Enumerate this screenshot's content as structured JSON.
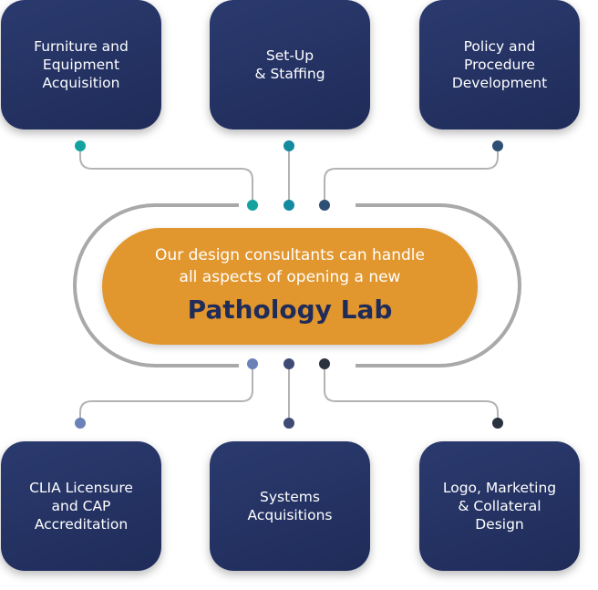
{
  "boxes": [
    {
      "id": "furniture",
      "label": "Furniture and\nEquipment\nAcquisition",
      "dot_color": "#12a3a0"
    },
    {
      "id": "setup",
      "label": "Set-Up\n& Staffing",
      "dot_color": "#138aa0"
    },
    {
      "id": "policy",
      "label": "Policy and\nProcedure\nDevelopment",
      "dot_color": "#2d4f73"
    },
    {
      "id": "clia",
      "label": "CLIA Licensure\nand CAP\nAccreditation",
      "dot_color": "#6b82b8"
    },
    {
      "id": "systems",
      "label": "Systems\nAcquisitions",
      "dot_color": "#3f4b75"
    },
    {
      "id": "logo",
      "label": "Logo, Marketing\n& Collateral\nDesign",
      "dot_color": "#2a323f"
    }
  ],
  "center": {
    "line1": "Our design consultants can handle",
    "line2": "all aspects of opening a new",
    "title": "Pathology Lab"
  },
  "colors": {
    "box_fill": "#22305f",
    "pill_fill": "#e2962e",
    "title_text": "#1f2c5a",
    "connector": "#a9a9a9"
  }
}
